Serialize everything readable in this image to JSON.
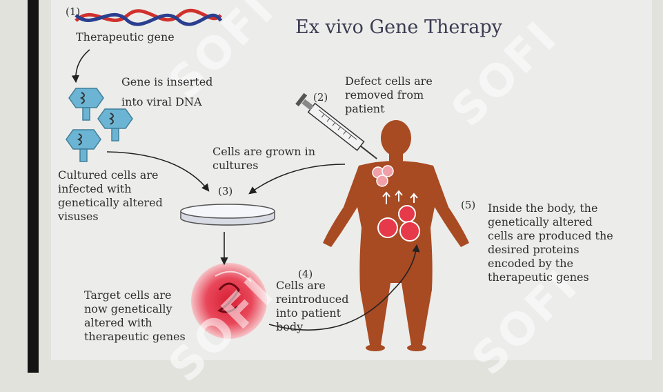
{
  "title": "Ex vivo Gene Therapy",
  "steps": {
    "s1": "(1)",
    "s2": "(2)",
    "s3": "(3)",
    "s4": "(4)",
    "s5": "(5)"
  },
  "labels": {
    "therapeutic_gene": "Therapeutic gene",
    "gene_inserted": "Gene is inserted\ninto viral DNA",
    "defect_cells": "Defect cells are\nremoved from\npatient",
    "cells_grown": "Cells are grown in\ncultures",
    "cultured_infected": "Cultured cells are\ninfected with\ngenetically altered\nvisuses",
    "inside_body": "Inside the body, the\ngenetically altered\ncells are produced the\ndesired proteins\nencoded by the\ntherapeutic genes",
    "target_cells": "Target cells are\nnow genetically\naltered with\ntherapeutic genes",
    "reintroduced": "Cells are\nreintroduced\ninto patient\nbody"
  },
  "watermark": "SOFI",
  "colors": {
    "body": "#a84a22",
    "dna_red": "#d0312d",
    "dna_blue": "#2a3f8f",
    "virus": "#6cb4d3",
    "cell": "#e6394a",
    "watermark_green": "#9fe6b4"
  }
}
